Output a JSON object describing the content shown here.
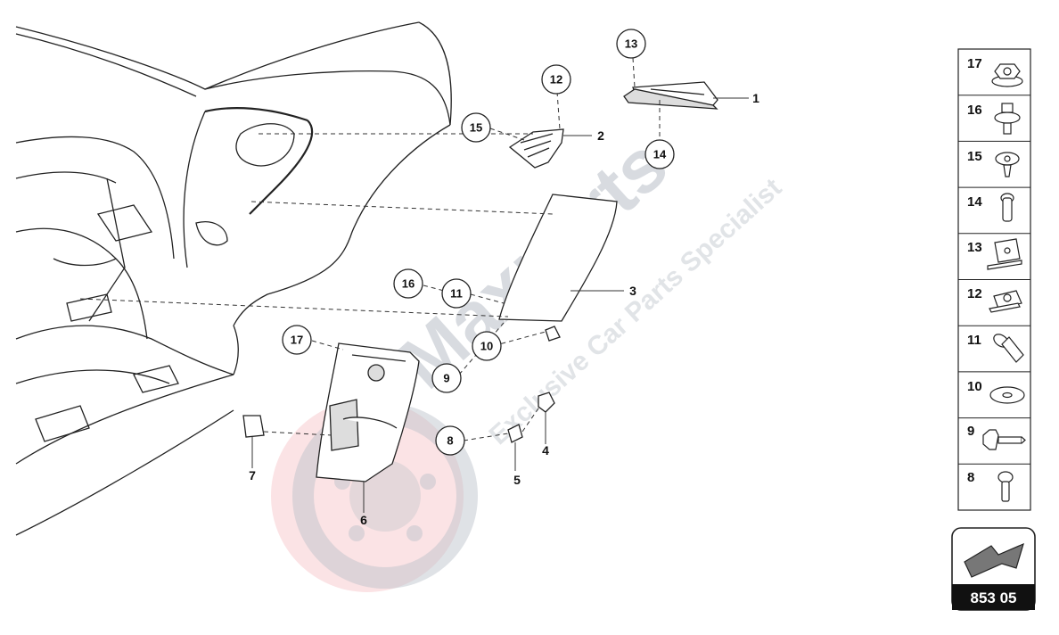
{
  "diagram": {
    "page_code": "853 05",
    "part_labels": [
      "1",
      "2",
      "3",
      "4",
      "5",
      "6",
      "7"
    ],
    "callouts": [
      "8",
      "9",
      "10",
      "11",
      "12",
      "13",
      "14",
      "15",
      "16",
      "17"
    ],
    "legend": [
      "17",
      "16",
      "15",
      "14",
      "13",
      "12",
      "11",
      "10",
      "9",
      "8"
    ]
  },
  "watermark": {
    "brand": "Maxparts",
    "tagline": "Exclusive Car Parts Specialist",
    "accent_color": "#e23b47",
    "gray_color": "#b9bfc7"
  }
}
